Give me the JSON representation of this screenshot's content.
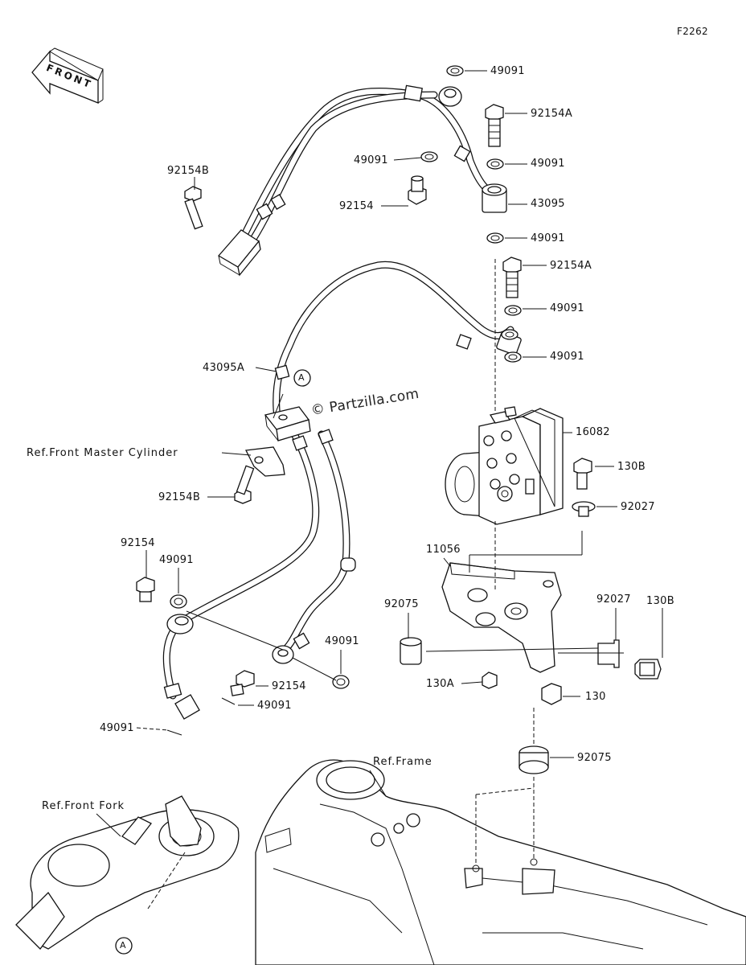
{
  "figure_code": "F2262",
  "watermark": "© Partzilla.com",
  "front_arrow_label": "FRONT",
  "marker_label": "A",
  "callouts": [
    {
      "id": "49091-top",
      "text": "49091"
    },
    {
      "id": "92154A-top",
      "text": "92154A"
    },
    {
      "id": "49091-hose-left",
      "text": "49091"
    },
    {
      "id": "49091-right-1",
      "text": "49091"
    },
    {
      "id": "92154B-top",
      "text": "92154B"
    },
    {
      "id": "92154-top",
      "text": "92154"
    },
    {
      "id": "43095",
      "text": "43095"
    },
    {
      "id": "49091-right-2",
      "text": "49091"
    },
    {
      "id": "92154A-mid",
      "text": "92154A"
    },
    {
      "id": "49091-right-3",
      "text": "49091"
    },
    {
      "id": "43095A",
      "text": "43095A"
    },
    {
      "id": "49091-right-4",
      "text": "49091"
    },
    {
      "id": "16082",
      "text": "16082"
    },
    {
      "id": "ref-master-cyl",
      "text": "Ref.Front Master Cylinder"
    },
    {
      "id": "130B-top",
      "text": "130B"
    },
    {
      "id": "92154B-mid",
      "text": "92154B"
    },
    {
      "id": "92027-top",
      "text": "92027"
    },
    {
      "id": "92154-left",
      "text": "92154"
    },
    {
      "id": "49091-left",
      "text": "49091"
    },
    {
      "id": "11056",
      "text": "11056"
    },
    {
      "id": "92075-left",
      "text": "92075"
    },
    {
      "id": "92027-right",
      "text": "92027"
    },
    {
      "id": "130B-right",
      "text": "130B"
    },
    {
      "id": "49091-center",
      "text": "49091"
    },
    {
      "id": "92154-lower",
      "text": "92154"
    },
    {
      "id": "130A",
      "text": "130A"
    },
    {
      "id": "130",
      "text": "130"
    },
    {
      "id": "49091-lower",
      "text": "49091"
    },
    {
      "id": "49091-bottom-left",
      "text": "49091"
    },
    {
      "id": "92075-right",
      "text": "92075"
    },
    {
      "id": "ref-frame",
      "text": "Ref.Frame"
    },
    {
      "id": "ref-front-fork",
      "text": "Ref.Front Fork"
    }
  ]
}
